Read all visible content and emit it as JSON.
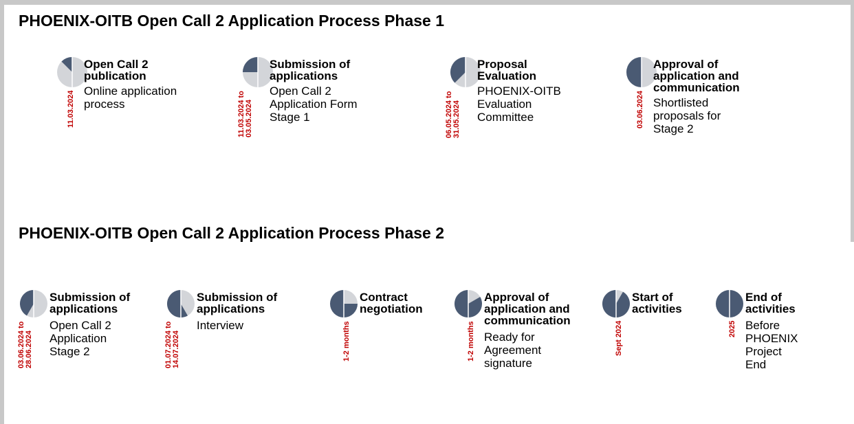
{
  "colors": {
    "pie_fill": "#4a5a73",
    "pie_bg": "#d3d5d9",
    "date": "#c00000",
    "frame": "#c8c8c8"
  },
  "phase1": {
    "heading": "PHOENIX-OITB Open Call 2 Application Process Phase 1",
    "steps": [
      {
        "title": [
          "Open Call 2",
          "publication"
        ],
        "desc": [
          "Online application",
          "process"
        ],
        "date": [
          "11.03.2024"
        ],
        "progress": 0.125
      },
      {
        "title": [
          "Submission of",
          "applications"
        ],
        "desc": [
          "Open Call 2",
          "Application Form",
          "Stage 1"
        ],
        "date": [
          "11.03.2024 to",
          "03.05.2024"
        ],
        "progress": 0.25
      },
      {
        "title": [
          "Proposal",
          "Evaluation"
        ],
        "desc": [
          "PHOENIX-OITB",
          "Evaluation",
          "Committee"
        ],
        "date": [
          "06.05.2024 to",
          "31.05.2024"
        ],
        "progress": 0.375
      },
      {
        "title": [
          "Approval of",
          "application and",
          "communication"
        ],
        "desc": [
          "Shortlisted",
          "proposals for",
          "Stage 2"
        ],
        "date": [
          "03.06.2024"
        ],
        "progress": 0.5
      }
    ]
  },
  "phase2": {
    "heading": "PHOENIX-OITB Open Call 2 Application Process Phase 2",
    "steps": [
      {
        "title": [
          "Submission of",
          "applications"
        ],
        "desc": [
          "Open Call 2",
          "Application",
          "Stage 2"
        ],
        "date": [
          "03.06.2024 to",
          "28.06.2024"
        ],
        "progress": 0.4167
      },
      {
        "title": [
          "Submission of",
          "applications"
        ],
        "desc": [
          "Interview"
        ],
        "date": [
          "01.07.2024 to",
          "14.07.2024"
        ],
        "progress": 0.5833
      },
      {
        "title": [
          "Contract",
          "negotiation"
        ],
        "desc": [],
        "date": [
          "1-2 months"
        ],
        "progress": 0.75
      },
      {
        "title": [
          "Approval of",
          "application and",
          "communication"
        ],
        "desc": [
          "Ready for",
          "Agreement",
          "signature"
        ],
        "date": [
          "1-2 months"
        ],
        "progress": 0.8333
      },
      {
        "title": [
          "Start of",
          "activities"
        ],
        "desc": [],
        "date": [
          "Sept 2024"
        ],
        "progress": 0.9167
      },
      {
        "title": [
          "End of",
          "activities"
        ],
        "desc": [
          "Before",
          "PHOENIX",
          "Project",
          "End"
        ],
        "date": [
          "2025"
        ],
        "progress": 1.0
      }
    ]
  }
}
